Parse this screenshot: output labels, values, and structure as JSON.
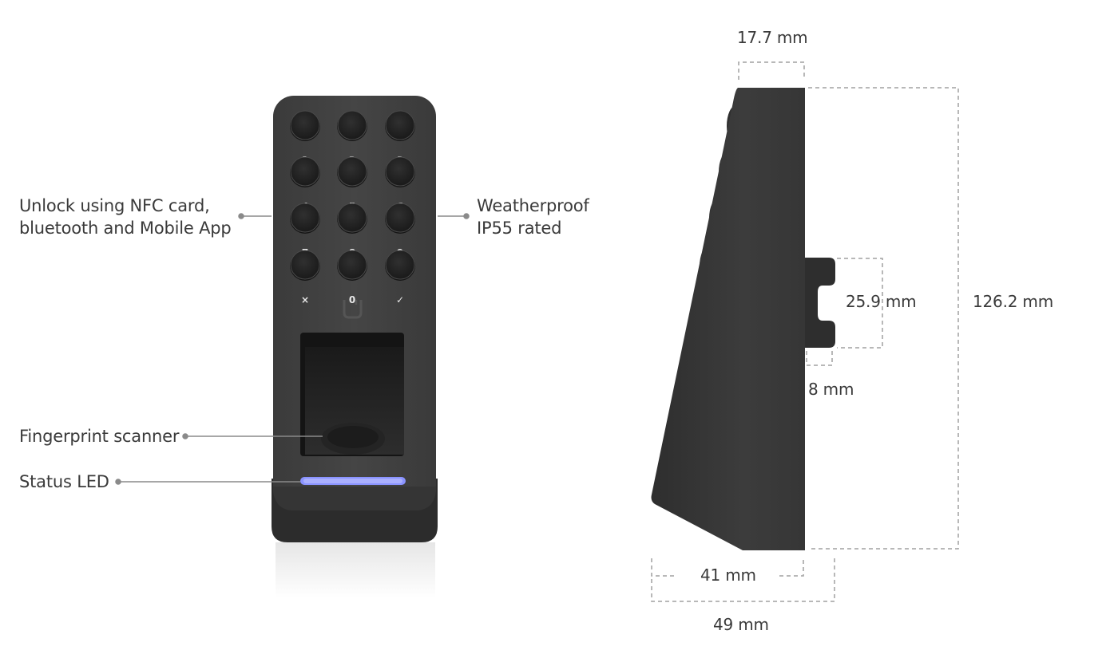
{
  "callouts": {
    "unlock_line1": "Unlock using NFC card,",
    "unlock_line2": "bluetooth and Mobile App",
    "weather_line1": "Weatherproof",
    "weather_line2": "IP55 rated",
    "fingerprint": "Fingerprint scanner",
    "status_led": "Status LED"
  },
  "dimensions": {
    "thickness_top": "17.7 mm",
    "height": "126.2 mm",
    "bracket_height": "25.9 mm",
    "bracket_depth": "8 mm",
    "depth_body": "41 mm",
    "depth_total": "49 mm"
  },
  "keypad": {
    "keys": [
      "1",
      "2",
      "3",
      "4",
      "5",
      "6",
      "7",
      "8",
      "9",
      "×",
      "0",
      "✓"
    ]
  },
  "colors": {
    "device_body": "#3f3f3f",
    "device_base": "#2f2f2f",
    "key": "#262626",
    "status_led": "#8a93ff",
    "leader_line": "#8a8a8a",
    "dimension_line": "#a0a0a0"
  },
  "icons": {
    "logo": "ubiquiti-u-logo"
  }
}
